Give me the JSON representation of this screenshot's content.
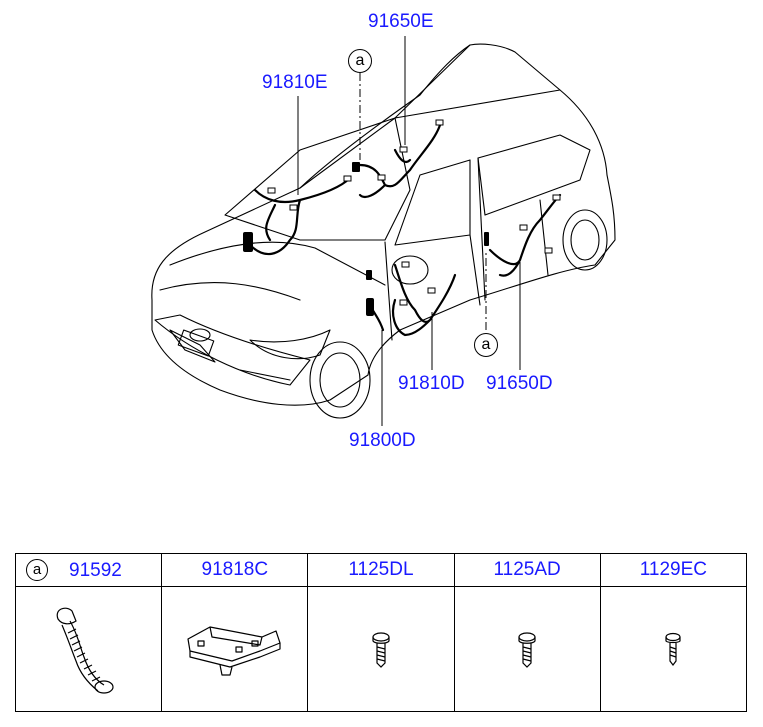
{
  "diagram": {
    "reference_marker": "a",
    "callouts": {
      "p91650E": "91650E",
      "p91810E": "91810E",
      "p91810D": "91810D",
      "p91650D": "91650D",
      "p91800D": "91800D"
    }
  },
  "parts_table": {
    "marker": "a",
    "columns": [
      "91592",
      "91818C",
      "1125DL",
      "1125AD",
      "1129EC"
    ]
  },
  "colors": {
    "callout_text": "#1a1aff",
    "lines": "#000000"
  }
}
